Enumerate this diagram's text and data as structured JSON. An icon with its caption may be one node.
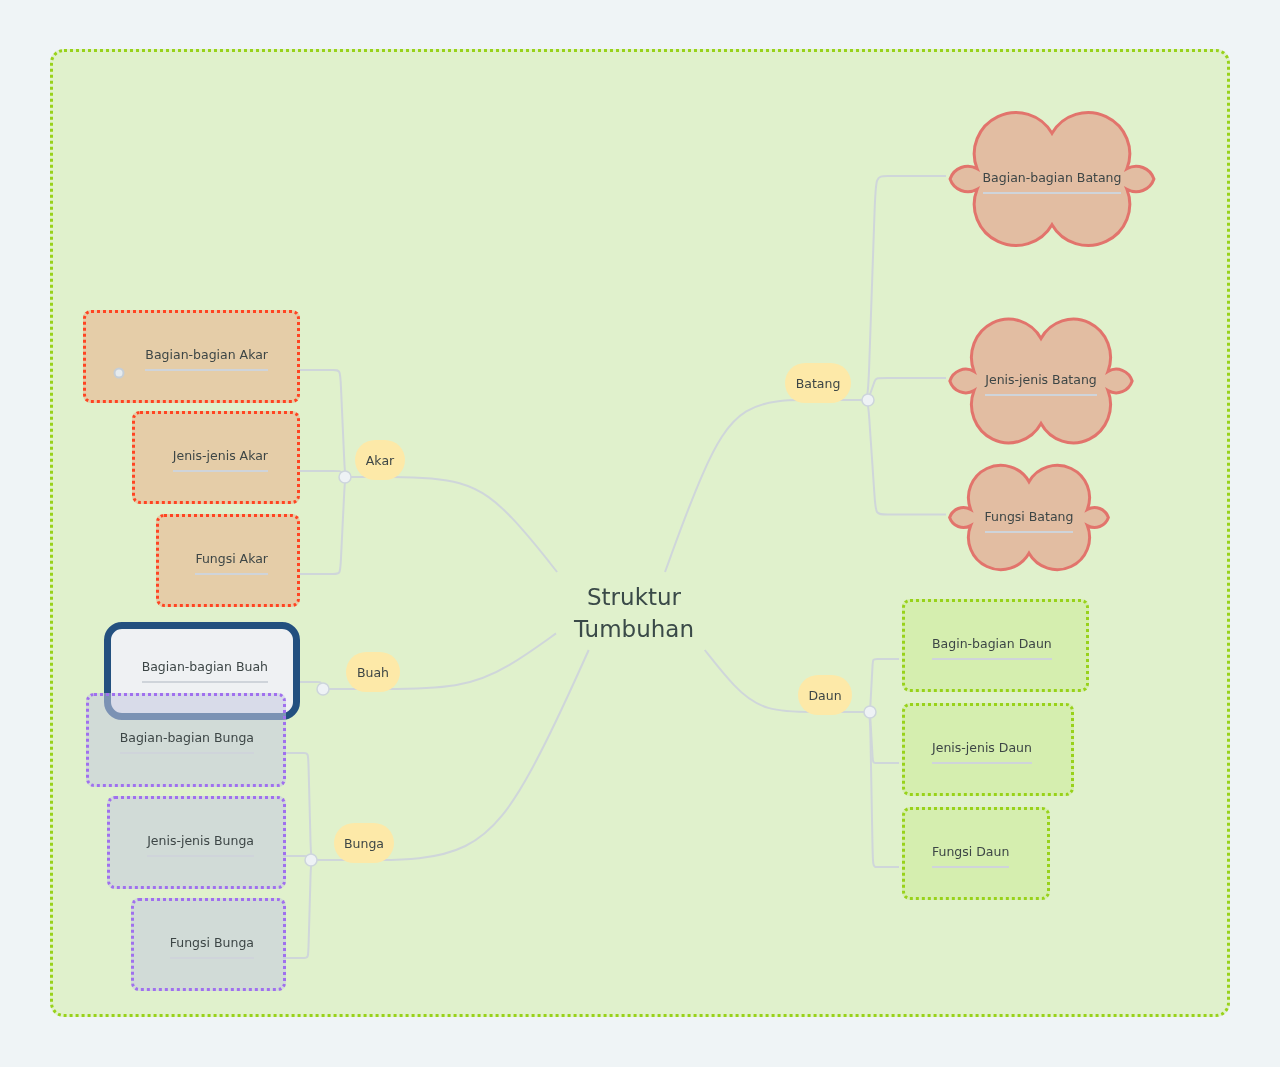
{
  "diagram": {
    "nodes": [
      {
        "text": [],
        "shape": "box"
      },
      {
        "text": [
          "Struktur Tumbuhan"
        ],
        "in": 0
      },
      {
        "text": [
          "Batang"
        ],
        "in": 0
      },
      {
        "text": [
          "Bagian-bagian Batang"
        ],
        "in": 0
      },
      {
        "text": [
          "Jenis-jenis Batang"
        ],
        "in": 0
      },
      {
        "text": [
          "Fungsi Batang"
        ],
        "in": 0
      },
      {
        "text": [
          "Daun"
        ],
        "in": 0
      },
      {
        "text": [
          "Bagin-bagian Daun"
        ],
        "in": 0
      },
      {
        "text": [
          "Jenis-jenis Daun"
        ],
        "in": 0
      },
      {
        "text": [
          "Fungsi Daun"
        ],
        "in": 0
      },
      {
        "text": [
          "Akar"
        ],
        "in": 0
      },
      {
        "text": [
          "Bagian-bagian Akar"
        ],
        "in": 0
      },
      {
        "text": [
          "Jenis-jenis Akar"
        ],
        "in": 0
      },
      {
        "text": [
          "Fungsi Akar"
        ],
        "in": 0
      },
      {
        "text": [
          "Buah"
        ],
        "in": 0
      },
      {
        "text": [
          "Bagian-bagian Buah"
        ],
        "in": 0
      },
      {
        "text": [
          "Bunga"
        ],
        "in": 0
      },
      {
        "text": [
          "Bagian-bagian Bunga"
        ],
        "in": 0
      },
      {
        "text": [
          "Jenis-jenis Bunga"
        ],
        "in": 0
      },
      {
        "text": [
          "Fungsi Bunga"
        ],
        "in": 0
      }
    ],
    "edges": [
      {
        "from": 1,
        "to": 2,
        "arrow": "none"
      },
      {
        "from": 2,
        "to": 3,
        "arrow": "none"
      },
      {
        "from": 2,
        "to": 4,
        "arrow": "none"
      },
      {
        "from": 2,
        "to": 5,
        "arrow": "none"
      },
      {
        "from": 1,
        "to": 6,
        "arrow": "none"
      },
      {
        "from": 6,
        "to": 7,
        "arrow": "none"
      },
      {
        "from": 6,
        "to": 8,
        "arrow": "none"
      },
      {
        "from": 6,
        "to": 9,
        "arrow": "none"
      },
      {
        "from": 1,
        "to": 10,
        "arrow": "none"
      },
      {
        "from": 10,
        "to": 11,
        "arrow": "none"
      },
      {
        "from": 10,
        "to": 12,
        "arrow": "none"
      },
      {
        "from": 10,
        "to": 13,
        "arrow": "none"
      },
      {
        "from": 1,
        "to": 14,
        "arrow": "none"
      },
      {
        "from": 14,
        "to": 15,
        "arrow": "none"
      },
      {
        "from": 1,
        "to": 16,
        "arrow": "none"
      },
      {
        "from": 16,
        "to": 17,
        "arrow": "none"
      },
      {
        "from": 16,
        "to": 18,
        "arrow": "none"
      },
      {
        "from": 16,
        "to": 19,
        "arrow": "none"
      }
    ]
  }
}
